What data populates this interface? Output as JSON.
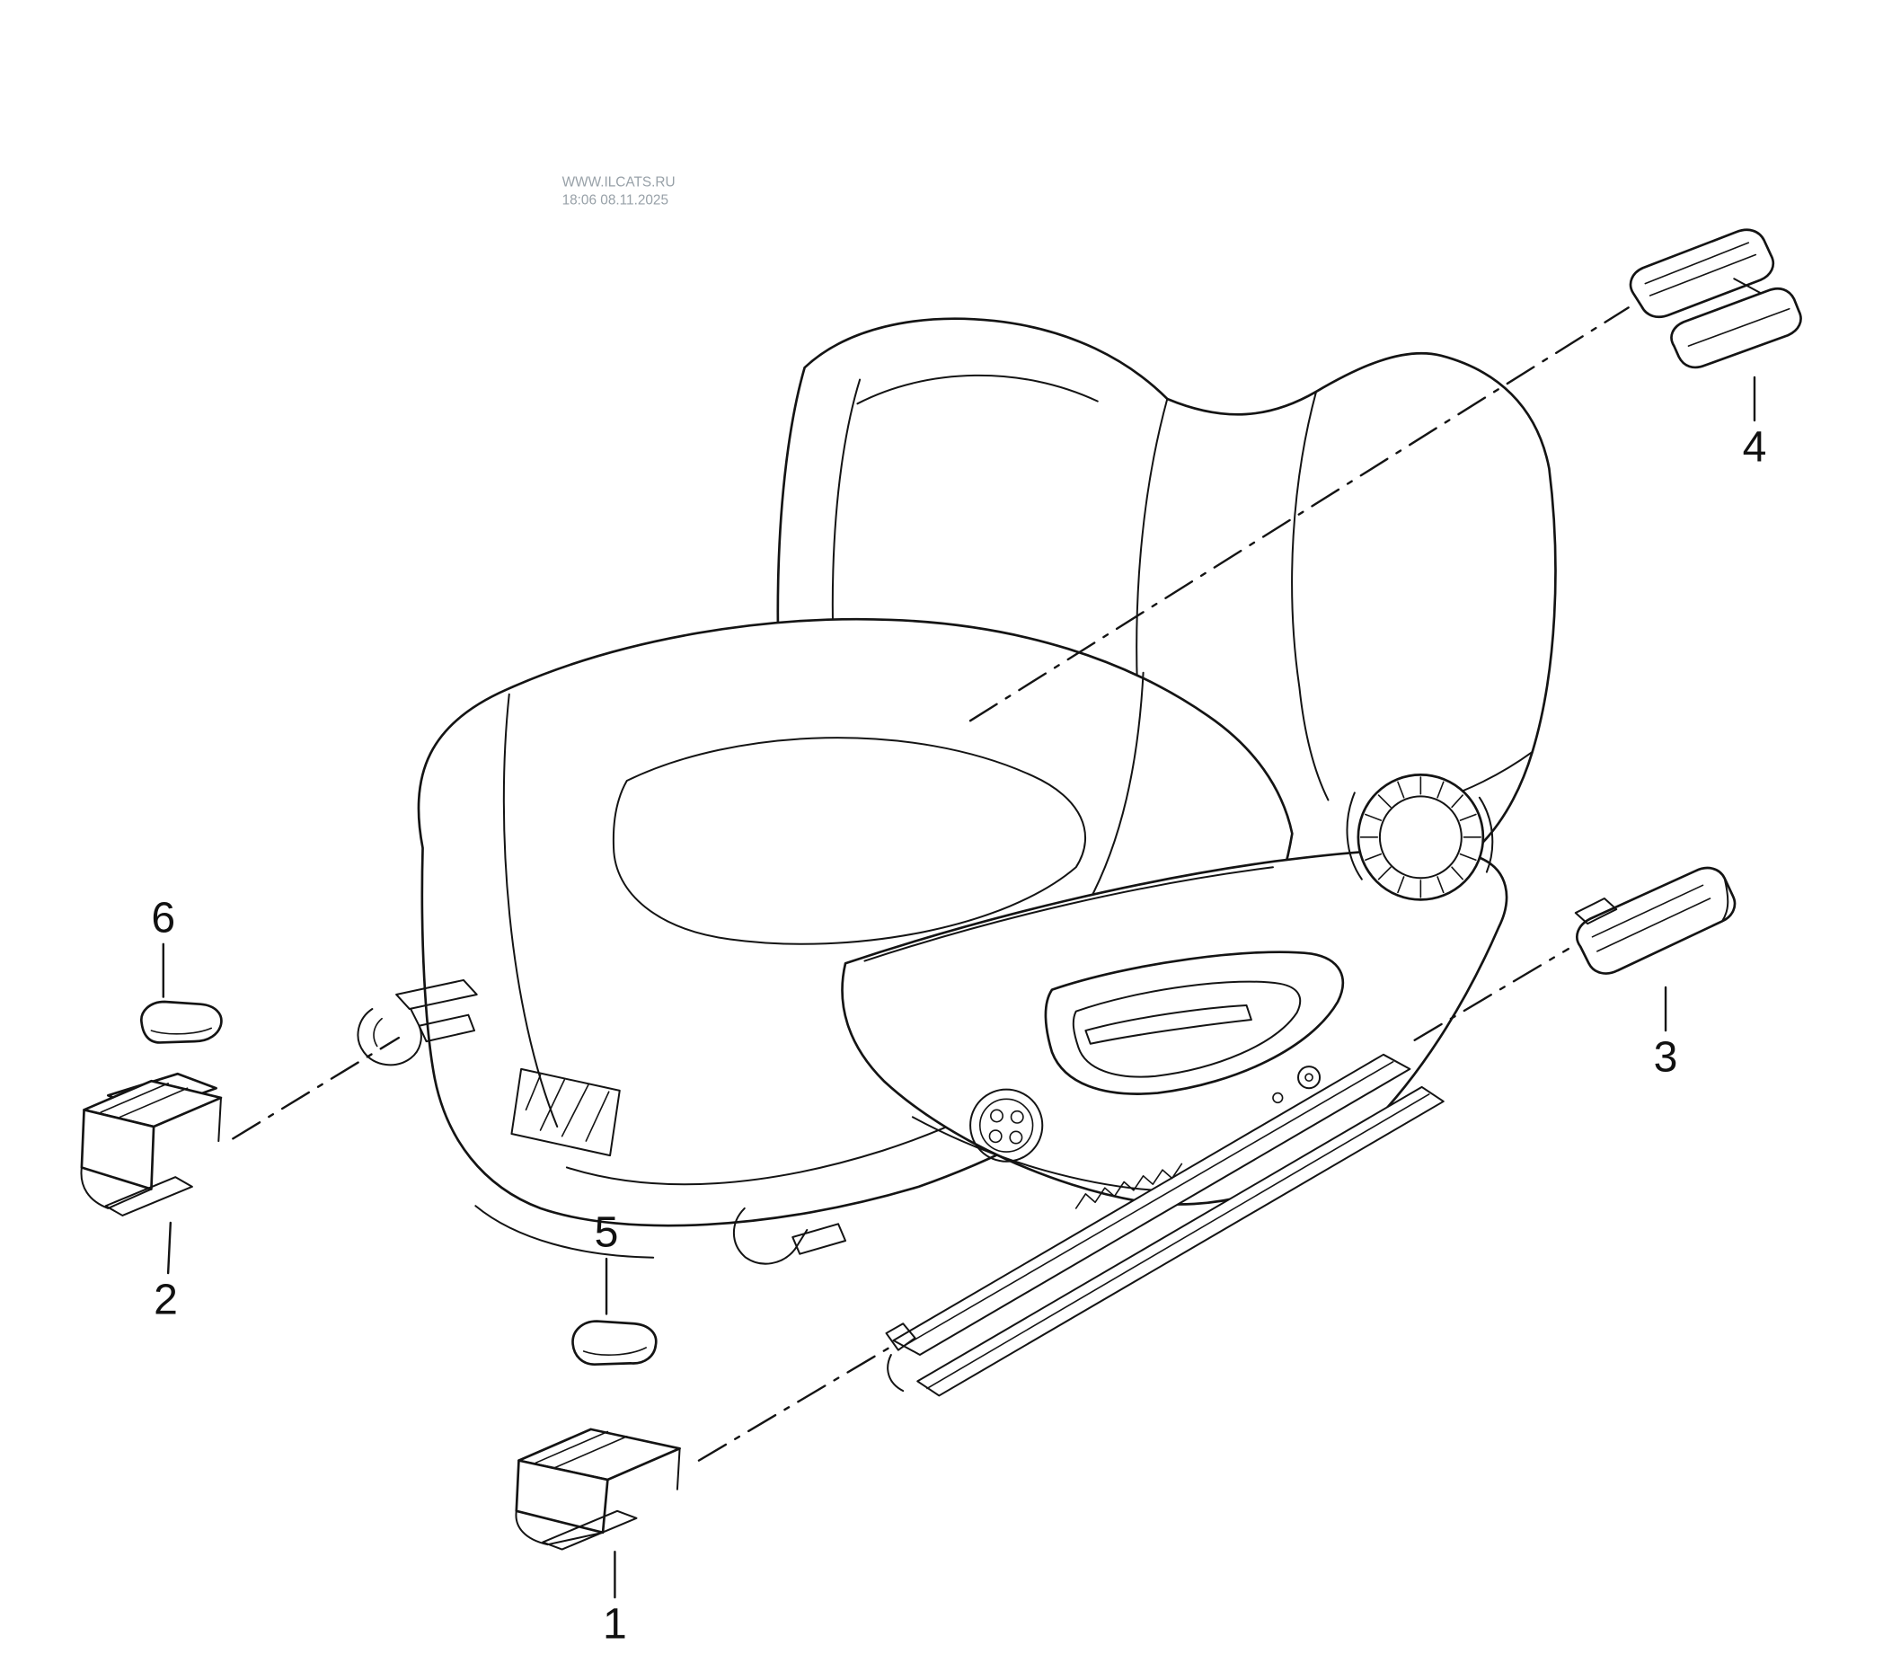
{
  "watermark": {
    "line1": "WWW.ILCATS.RU",
    "line2": "18:06 08.11.2025"
  },
  "callouts": {
    "c1": {
      "label": "1"
    },
    "c2": {
      "label": "2"
    },
    "c3": {
      "label": "3"
    },
    "c4": {
      "label": "4"
    },
    "c5": {
      "label": "5"
    },
    "c6": {
      "label": "6"
    }
  },
  "colors": {
    "line": "#141414",
    "background": "#ffffff",
    "watermark": "#98a1a8"
  }
}
